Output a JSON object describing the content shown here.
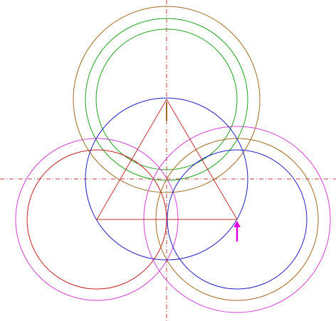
{
  "colors": {
    "background": "#ffffff",
    "centerline": "#c04040",
    "triangle": "#c03030",
    "main_circle": "#2020c0",
    "bronze": "#a06a20",
    "green": "#20a020",
    "magenta": "#d040d0",
    "red": "#c02020",
    "blue": "#2020c0",
    "marker": "#e000e0",
    "tick": "#a06a20"
  },
  "elements": {
    "centerline_horizontal": "centerline-horizontal",
    "centerline_vertical": "centerline-vertical",
    "main_circle": "main-circle",
    "triangle": "equilateral-triangle",
    "top_bronze": "top-outer-bronze-circle",
    "top_green_outer": "top-green-circle-outer",
    "top_green_inner": "top-green-circle-inner",
    "left_magenta": "left-outer-magenta-circle",
    "left_red": "left-inner-red-circle",
    "right_magenta": "right-outer-magenta-circle",
    "right_bronze": "right-middle-bronze-circle",
    "right_blue": "right-inner-blue-circle",
    "marker": "selection-arrow-marker",
    "tick": "top-vertex-tick-mark"
  }
}
